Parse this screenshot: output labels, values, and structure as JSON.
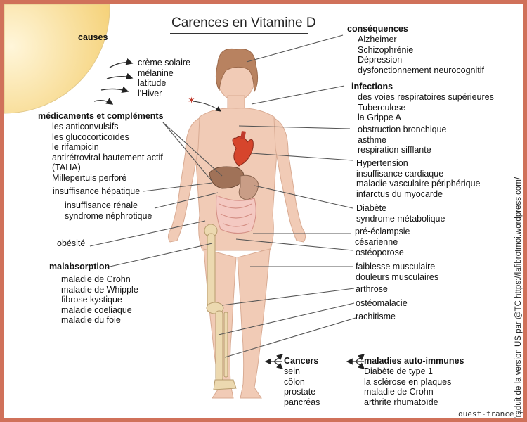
{
  "title": "Carences en Vitamine D",
  "causes": {
    "heading": "causes",
    "items": [
      "crème solaire",
      "mélanine",
      "latitude",
      "l'Hiver"
    ]
  },
  "medicaments": {
    "heading": "médicaments et compléments",
    "items": [
      "les anticonvulsifs",
      "les glucocorticoïdes",
      "le rifampicin",
      "antirétroviral hautement actif",
      "(TAHA)",
      "Millepertuis perforé"
    ]
  },
  "insuffisance_hepatique": "insuffisance hépatique",
  "renal": [
    "insuffisance rénale",
    "syndrome néphrotique"
  ],
  "obesite": "obésité",
  "malabsorption": {
    "heading": "malabsorption",
    "items": [
      "maladie de Crohn",
      "maladie de Whipple",
      "fibrose kystique",
      "maladie coeliaque",
      "maladie du foie"
    ]
  },
  "consequences": {
    "heading": "conséquences",
    "items": [
      "Alzheimer",
      "Schizophrénie",
      "Dépression",
      "dysfonctionnement neurocognitif"
    ]
  },
  "infections": {
    "heading": "infections",
    "items": [
      "des voies respiratoires supérieures",
      "Tuberculose",
      "la Grippe A"
    ]
  },
  "respiratory": [
    "obstruction bronchique",
    "asthme",
    "respiration sifflante"
  ],
  "cardio": [
    "Hypertension",
    "insuffisance cardiaque",
    "maladie vasculaire périphérique",
    "infarctus du myocarde"
  ],
  "metabolic": [
    "Diabète",
    "syndrome métabolique"
  ],
  "pregnancy": [
    "pré-éclampsie",
    "césarienne"
  ],
  "osteoporose": "ostéoporose",
  "muscles": [
    "faiblesse musculaire",
    "douleurs musculaires"
  ],
  "arthrose": "arthrose",
  "osteomalacie": "ostéomalacie",
  "rachitisme": "rachitisme",
  "cancers": {
    "heading": "Cancers",
    "items": [
      "sein",
      "côlon",
      "prostate",
      "pancréas"
    ]
  },
  "autoimmune": {
    "heading": "maladies auto-immunes",
    "items": [
      "Diabète de type 1",
      "la sclérose en plaques",
      "maladie de Crohn",
      "arthrite rhumatoïde"
    ]
  },
  "credit": "Traduit de la version US par @TC   https://lafibrotmoi.wordpress.com/",
  "footer": "ouest-france.fr",
  "colors": {
    "frame": "#d0715a",
    "skin": "#f0c9b3",
    "sun": "#f6d98c",
    "heart": "#d6452c",
    "liver": "#9a6f57",
    "bone": "#ecd9b0"
  }
}
